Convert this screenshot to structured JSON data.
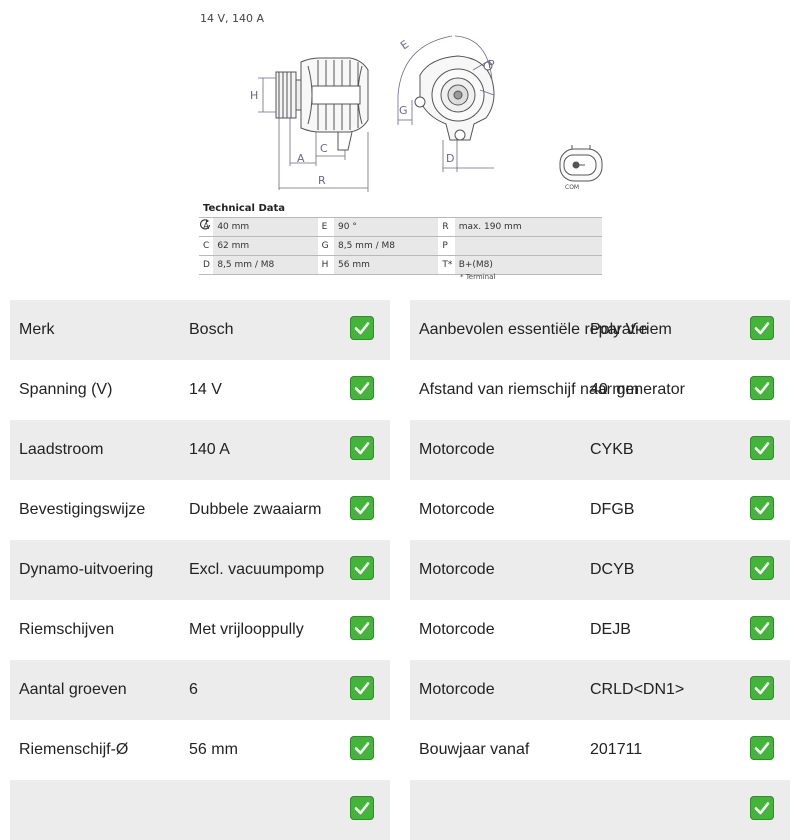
{
  "drawing": {
    "spec_header": "14 V, 140 A",
    "dimension_labels": [
      "H",
      "A",
      "C",
      "R",
      "E",
      "P",
      "G",
      "D"
    ],
    "connector_label": "COM",
    "technical_data": {
      "title": "Technical Data",
      "rows": [
        [
          {
            "k": "A",
            "v": "40 mm"
          },
          {
            "k": "E",
            "v": "90 °"
          },
          {
            "k": "R",
            "v": "max. 190 mm"
          }
        ],
        [
          {
            "k": "C",
            "v": "62 mm"
          },
          {
            "k": "G",
            "v": "8,5 mm / M8"
          },
          {
            "k": "P",
            "v": ""
          }
        ],
        [
          {
            "k": "D",
            "v": "8,5 mm / M8"
          },
          {
            "k": "H",
            "v": "56 mm"
          },
          {
            "k": "T*",
            "v": "B+(M8)"
          }
        ]
      ],
      "footnote": "* Terminal"
    }
  },
  "specs_left": [
    {
      "label": "Merk",
      "value": "Bosch"
    },
    {
      "label": "Spanning (V)",
      "value": "14 V"
    },
    {
      "label": "Laadstroom",
      "value": "140 A"
    },
    {
      "label": "Bevestigingswijze",
      "value": "Dubbele zwaaiarm"
    },
    {
      "label": "Dynamo-uitvoering",
      "value": "Excl. vacuumpomp"
    },
    {
      "label": "Riemschijven",
      "value": "Met vrijlooppully"
    },
    {
      "label": "Aantal groeven",
      "value": "6"
    },
    {
      "label": "Riemenschijf-Ø",
      "value": "56 mm"
    },
    {
      "label": "",
      "value": ""
    }
  ],
  "specs_right": [
    {
      "label": "Aanbevolen essentiële reparatie",
      "value": "Poly V-riem"
    },
    {
      "label": "Afstand van riemschijf naar generator",
      "value": "40 mm"
    },
    {
      "label": "Motorcode",
      "value": "CYKB"
    },
    {
      "label": "Motorcode",
      "value": "DFGB"
    },
    {
      "label": "Motorcode",
      "value": "DCYB"
    },
    {
      "label": "Motorcode",
      "value": "DEJB"
    },
    {
      "label": "Motorcode",
      "value": "CRLD<DN1>"
    },
    {
      "label": "Bouwjaar vanaf",
      "value": "201711"
    },
    {
      "label": "",
      "value": ""
    }
  ],
  "colors": {
    "check": "#43b53a",
    "row_shade": "#ececec",
    "dimension_line": "#6a6a8a"
  }
}
